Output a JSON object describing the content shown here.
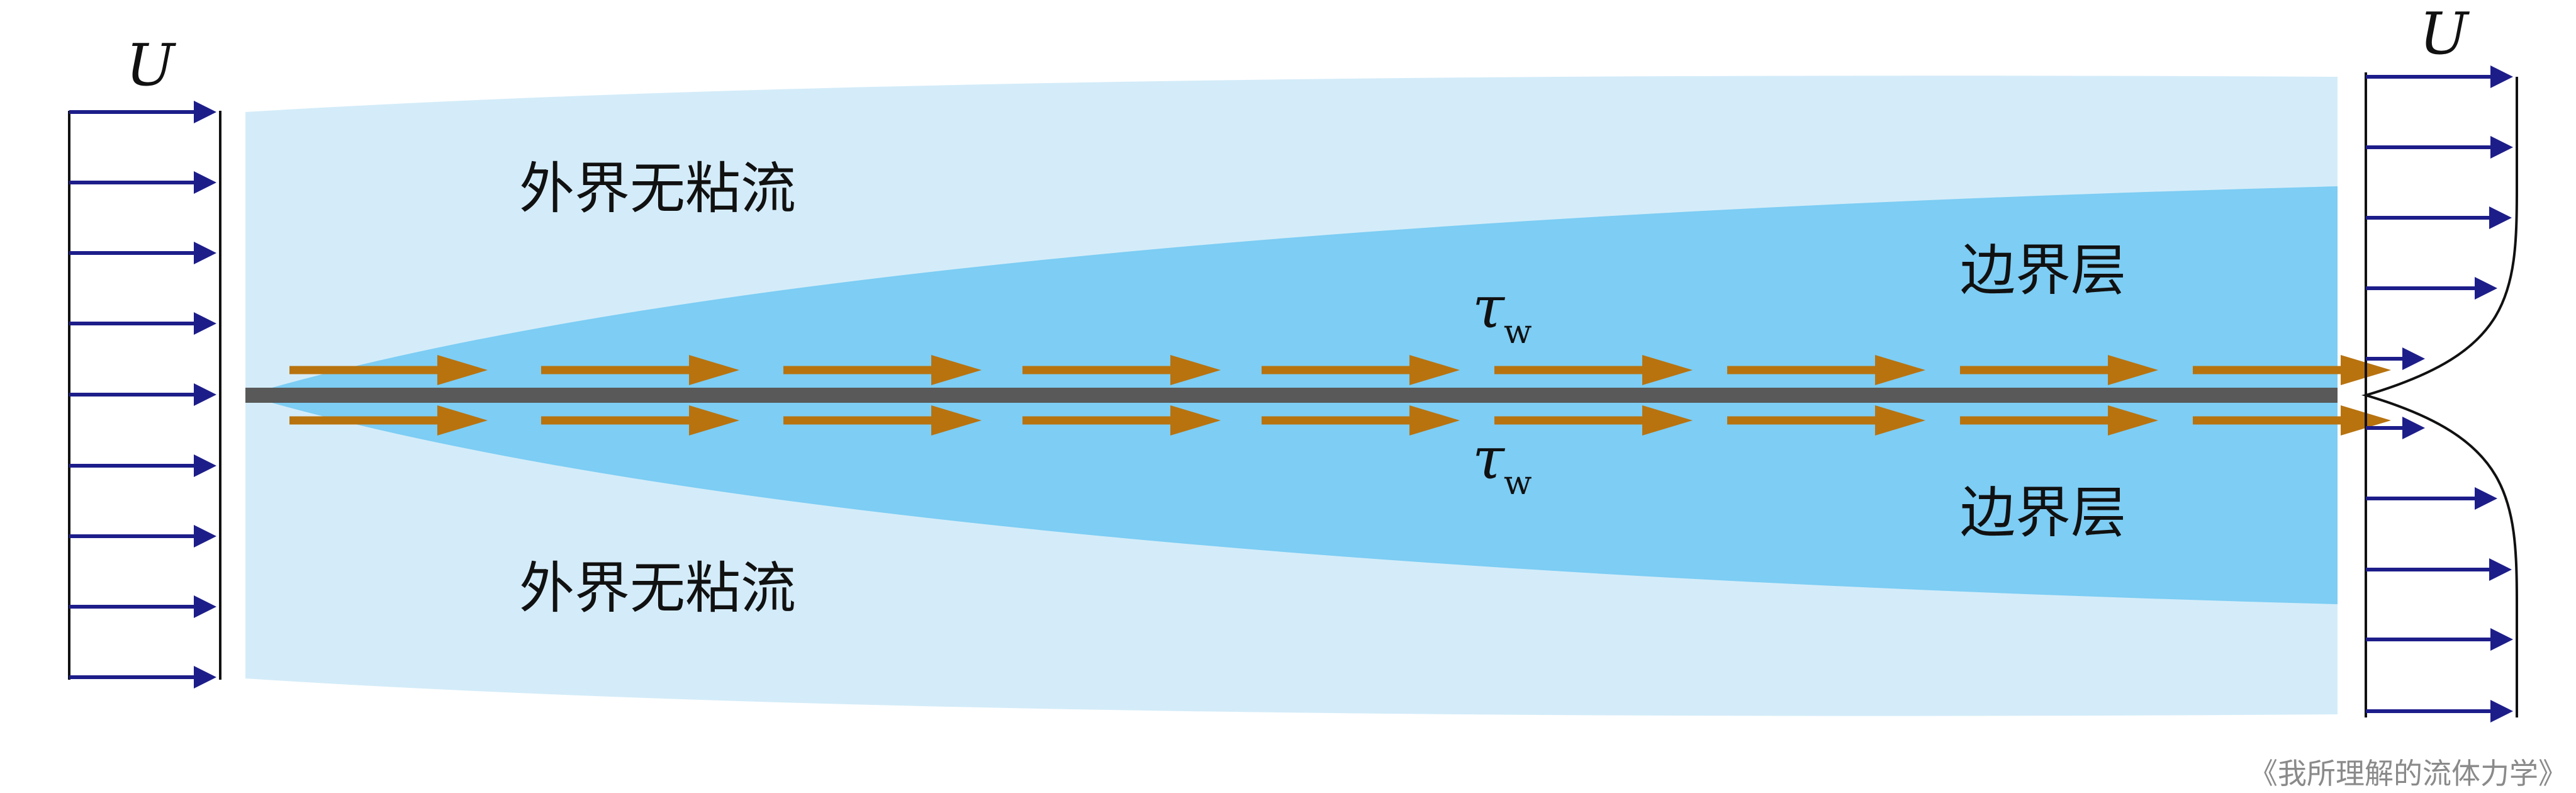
{
  "labels": {
    "freestream_top": "U",
    "freestream_right": "U",
    "outer_flow_top": "外界无粘流",
    "outer_flow_bottom": "外界无粘流",
    "boundary_layer_top": "边界层",
    "boundary_layer_bottom": "边界层",
    "shear_symbol_top": "τ",
    "shear_sub_top": "w",
    "shear_symbol_bottom": "τ",
    "shear_sub_bottom": "w",
    "watermark": "《我所理解的流体力学》"
  },
  "colors": {
    "outer_flow": "#d4ecf9",
    "boundary_layer": "#7dcdf4",
    "plate": "#595959",
    "velocity_arrow": "#1d1d8a",
    "shear_arrow": "#b8730f",
    "profile_line": "#111111"
  }
}
